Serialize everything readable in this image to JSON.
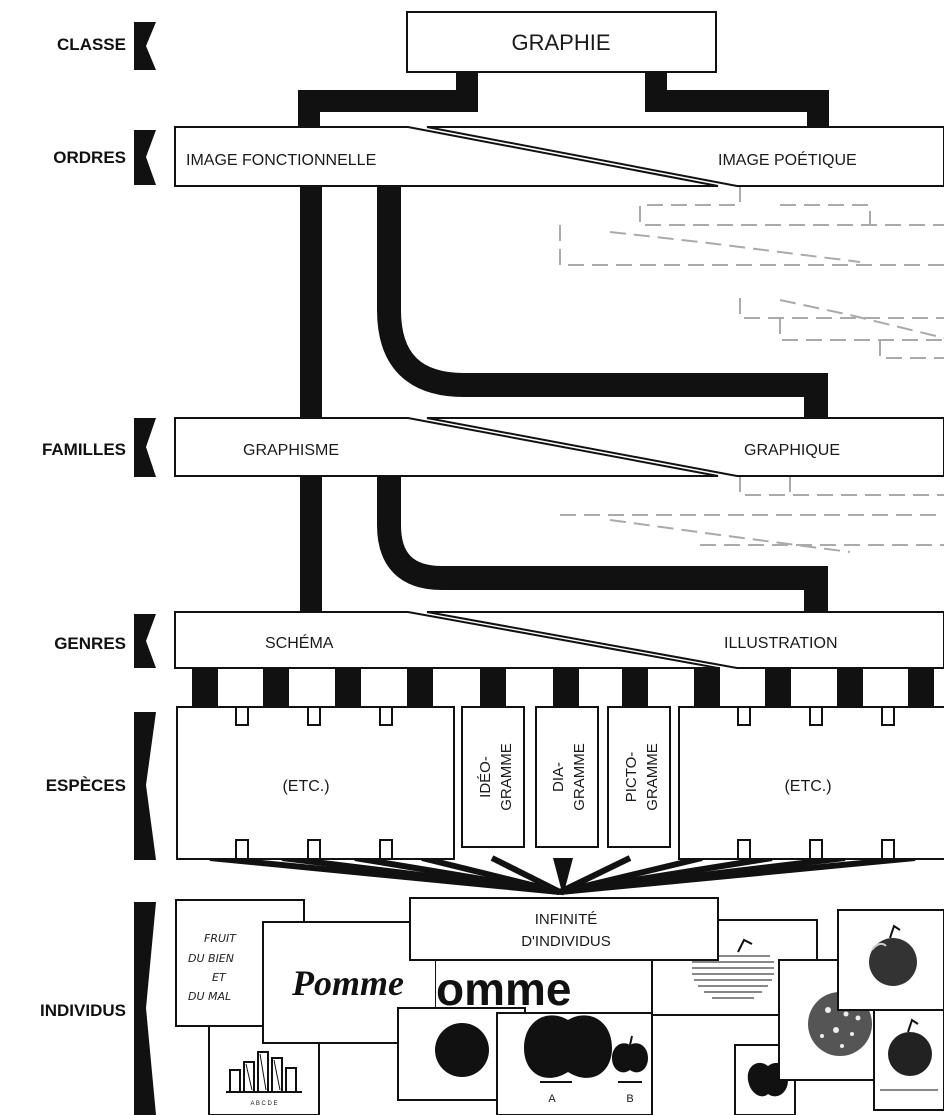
{
  "levels": {
    "classe": "CLASSE",
    "ordres": "ORDRES",
    "familles": "FAMILLES",
    "genres": "GENRES",
    "especes": "ESPÈCES",
    "individus": "INDIVIDUS"
  },
  "classe": {
    "title": "GRAPHIE"
  },
  "ordres": {
    "left": "IMAGE FONCTIONNELLE",
    "right": "IMAGE POÉTIQUE"
  },
  "familles": {
    "left": "GRAPHISME",
    "right": "GRAPHIQUE"
  },
  "genres": {
    "left": "SCHÉMA",
    "right": "ILLUSTRATION"
  },
  "especes": {
    "left_etc": "(ETC.)",
    "right_etc": "(ETC.)",
    "ideogramme": [
      "IDÉO-",
      "GRAMME"
    ],
    "diagramme": [
      "DIA-",
      "GRAMME"
    ],
    "pictogramme": [
      "PICTO-",
      "GRAMME"
    ]
  },
  "individus": {
    "box": [
      "INFINITÉ",
      "D'INDIVIDUS"
    ],
    "handwritten": [
      "FRUIT",
      "DU BIEN",
      "ET",
      "DU MAL"
    ],
    "script_word": "Pomme",
    "bold_word": "omme",
    "chart_labels": [
      "A",
      "B"
    ],
    "small_chart_axis": "A  B  C  D  E"
  },
  "colors": {
    "ink": "#111111",
    "paper": "#ffffff",
    "dashed": "#aaaaaa"
  }
}
